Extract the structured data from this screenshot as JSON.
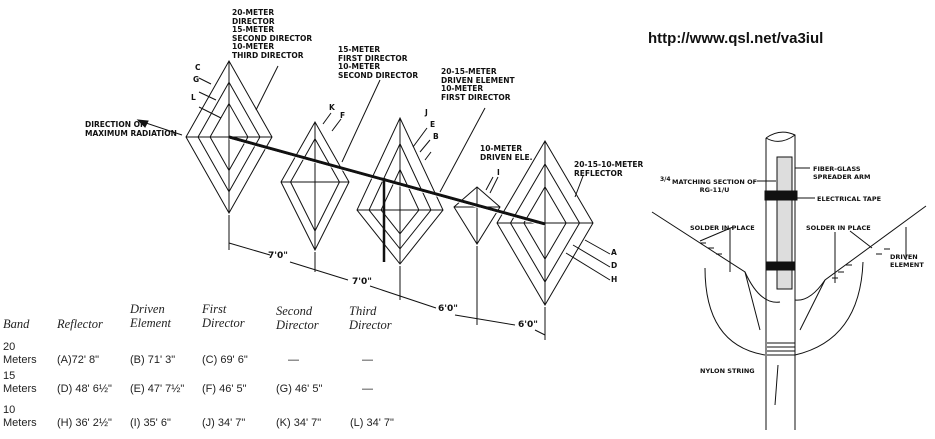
{
  "url": "http://www.qsl.net/va3iul",
  "quad": {
    "labels": {
      "director20": "20-METER\nDIRECTOR\n15-METER\nSECOND DIRECTOR\n10-METER\nTHIRD DIRECTOR",
      "first15": "15-METER\nFIRST DIRECTOR\n10-METER\nSECOND DIRECTOR",
      "driven2015": "20-15-METER\nDRIVEN ELEMENT\n10-METER\nFIRST DIRECTOR",
      "driven10": "10-METER\nDRIVEN ELE.",
      "reflector": "20-15-10-METER\nREFLECTOR",
      "direction": "DIRECTION OF\nMAXIMUM RADIATION",
      "C": "C",
      "G": "G",
      "L": "L",
      "K": "K",
      "F": "F",
      "J": "J",
      "E": "E",
      "B": "B",
      "I": "I",
      "A": "A",
      "D": "D",
      "H": "H"
    },
    "spacings": [
      "7'0\"",
      "7'0\"",
      "6'0\"",
      "6'0\""
    ]
  },
  "feed": {
    "matching_fraction": "3/4",
    "matching": "MATCHING SECTION OF\nRG-11/U",
    "spreader": "FIBER-GLASS\nSPREADER ARM",
    "tape": "ELECTRICAL TAPE",
    "solder_left": "SOLDER IN PLACE",
    "solder_right": "SOLDER IN PLACE",
    "driven": "DRIVEN\nELEMENT",
    "nylon": "NYLON STRING"
  },
  "table": {
    "headers": [
      "Band",
      "Reflector",
      "Driven\nElement",
      "First\nDirector",
      "Second\nDirector",
      "Third\nDirector"
    ],
    "rows": [
      [
        "20\nMeters",
        "(A)72' 8\"",
        "(B) 71' 3\"",
        "(C) 69' 6\"",
        "—",
        "—"
      ],
      [
        "15\nMeters",
        "(D) 48' 6½\"",
        "(E) 47' 7½\"",
        "(F) 46' 5\"",
        "(G) 46' 5\"",
        "—"
      ],
      [
        "10\nMeters",
        "(H) 36' 2½\"",
        "(I) 35' 6\"",
        "(J) 34' 7\"",
        "(K) 34' 7\"",
        "(L) 34' 7\""
      ]
    ]
  }
}
